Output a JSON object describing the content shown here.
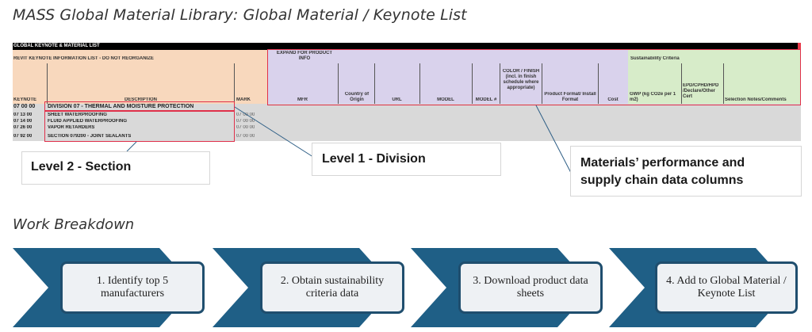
{
  "title": "MASS Global Material Library: Global Material / Keynote List",
  "sheet": {
    "banner": "GLOBAL KEYNOTE & MATERIAL LIST",
    "revit_label": "REVIT KEYNOTE INFORMATION LIST - DO NOT REORGANIZE",
    "expand_label": "EXPAND FOR PRODUCT INFO",
    "sustainability_label": "Sustainability Criteria",
    "columns": {
      "keynote": "KEYNOTE",
      "description": "DESCRIPTION",
      "mark": "MARK",
      "mfr": "MFR",
      "country": "Country of Origin",
      "url": "URL",
      "model": "MODEL",
      "model_no": "MODEL #",
      "color": "COLOR / FINISH (incl. in finish schedule where appropriate)",
      "product_format": "Product Format/ Install Format",
      "cost": "Cost",
      "gwp": "GWP (kg CO2e per 1 m2)",
      "epd": "EPD/CPHD/HPD /Declare/Other Cert",
      "notes": "Selection Notes/Comments"
    },
    "division": {
      "keynote": "07 00 00",
      "description": "DIVISION 07 - THERMAL AND MOISTURE PROTECTION"
    },
    "rows": [
      {
        "keynote": "07 13 00",
        "description": "SHEET WATERPROOFING",
        "mark": "07 00 00"
      },
      {
        "keynote": "07 14 00",
        "description": "FLUID APPLIED WATERPROOFING",
        "mark": "07 00 00"
      },
      {
        "keynote": "07 26 00",
        "description": "VAPOR RETARDERS",
        "mark": "07 00 00"
      },
      {
        "keynote": "07 92 00",
        "description": "SECTION 079200 - JOINT SEALANTS",
        "mark": "07 00 00"
      }
    ]
  },
  "callouts": {
    "section": "Level 2 - Section",
    "division": "Level 1 - Division",
    "materials_line1": "Materials’ performance and",
    "materials_line2": "supply chain data columns"
  },
  "subtitle": "Work Breakdown",
  "steps": [
    {
      "line1": "1. Identify top 5",
      "line2": "manufacturers"
    },
    {
      "line1": "2. Obtain sustainability",
      "line2": "criteria data"
    },
    {
      "line1": "3. Download product data",
      "line2": "sheets"
    },
    {
      "line1": "4. Add to Global Material /",
      "line2": "Keynote List"
    }
  ],
  "colors": {
    "accent_red": "#e0304a",
    "chevron_blue": "#1f5f86",
    "header_peach": "#f8d8bd",
    "header_lavender": "#d9d2ec",
    "header_green": "#d7ecc9"
  }
}
